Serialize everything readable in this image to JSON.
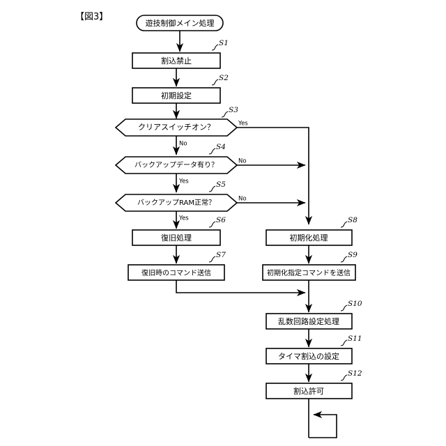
{
  "figure": {
    "label": "【図3】",
    "title": "遊技制御メイン処理"
  },
  "flowchart": {
    "type": "flowchart",
    "orientation": "top-down",
    "start": {
      "shape": "terminator",
      "label": "遊技制御メイン処理"
    },
    "nodes": [
      {
        "id": "S1",
        "step": "S1",
        "shape": "process",
        "label": "割込禁止",
        "column": "left"
      },
      {
        "id": "S2",
        "step": "S2",
        "shape": "process",
        "label": "初期設定",
        "column": "left"
      },
      {
        "id": "S3",
        "step": "S3",
        "shape": "decision",
        "label": "クリアスイッチオン？",
        "column": "left"
      },
      {
        "id": "S4",
        "step": "S4",
        "shape": "decision",
        "label": "バックアップデータ有り？",
        "column": "left"
      },
      {
        "id": "S5",
        "step": "S5",
        "shape": "decision",
        "label": "バックアップRAM正常？",
        "column": "left"
      },
      {
        "id": "S6",
        "step": "S6",
        "shape": "process",
        "label": "復旧処理",
        "column": "left"
      },
      {
        "id": "S7",
        "step": "S7",
        "shape": "process",
        "label": "復旧時のコマンド送信",
        "column": "left"
      },
      {
        "id": "S8",
        "step": "S8",
        "shape": "process",
        "label": "初期化処理",
        "column": "right"
      },
      {
        "id": "S9",
        "step": "S9",
        "shape": "process",
        "label": "初期化指定コマンドを送信",
        "column": "right"
      },
      {
        "id": "S10",
        "step": "S10",
        "shape": "process",
        "label": "乱数回路設定処理",
        "column": "right"
      },
      {
        "id": "S11",
        "step": "S11",
        "shape": "process",
        "label": "タイマ割込の設定",
        "column": "right"
      },
      {
        "id": "S12",
        "step": "S12",
        "shape": "process",
        "label": "割込許可",
        "column": "right"
      }
    ],
    "branch_labels": {
      "s3_yes": "Yes",
      "s3_no": "No",
      "s4_no": "No",
      "s4_yes": "Yes",
      "s5_no": "No",
      "s5_yes": "Yes"
    },
    "edges": [
      {
        "from": "start",
        "to": "S1",
        "label": ""
      },
      {
        "from": "S1",
        "to": "S2",
        "label": ""
      },
      {
        "from": "S2",
        "to": "S3",
        "label": ""
      },
      {
        "from": "S3",
        "to": "S4",
        "label": "No"
      },
      {
        "from": "S3",
        "to": "S8",
        "label": "Yes"
      },
      {
        "from": "S4",
        "to": "S5",
        "label": "Yes"
      },
      {
        "from": "S4",
        "to": "S8",
        "label": "No"
      },
      {
        "from": "S5",
        "to": "S6",
        "label": "Yes"
      },
      {
        "from": "S5",
        "to": "S8",
        "label": "No"
      },
      {
        "from": "S6",
        "to": "S7",
        "label": ""
      },
      {
        "from": "S7",
        "to": "S10",
        "label": ""
      },
      {
        "from": "S8",
        "to": "S9",
        "label": ""
      },
      {
        "from": "S9",
        "to": "S10",
        "label": ""
      },
      {
        "from": "S10",
        "to": "S11",
        "label": ""
      },
      {
        "from": "S11",
        "to": "S12",
        "label": ""
      },
      {
        "from": "S12",
        "to": "loop",
        "label": ""
      }
    ]
  },
  "colors": {
    "stroke": "#000000",
    "fill": "#ffffff",
    "background": "#ffffff"
  }
}
